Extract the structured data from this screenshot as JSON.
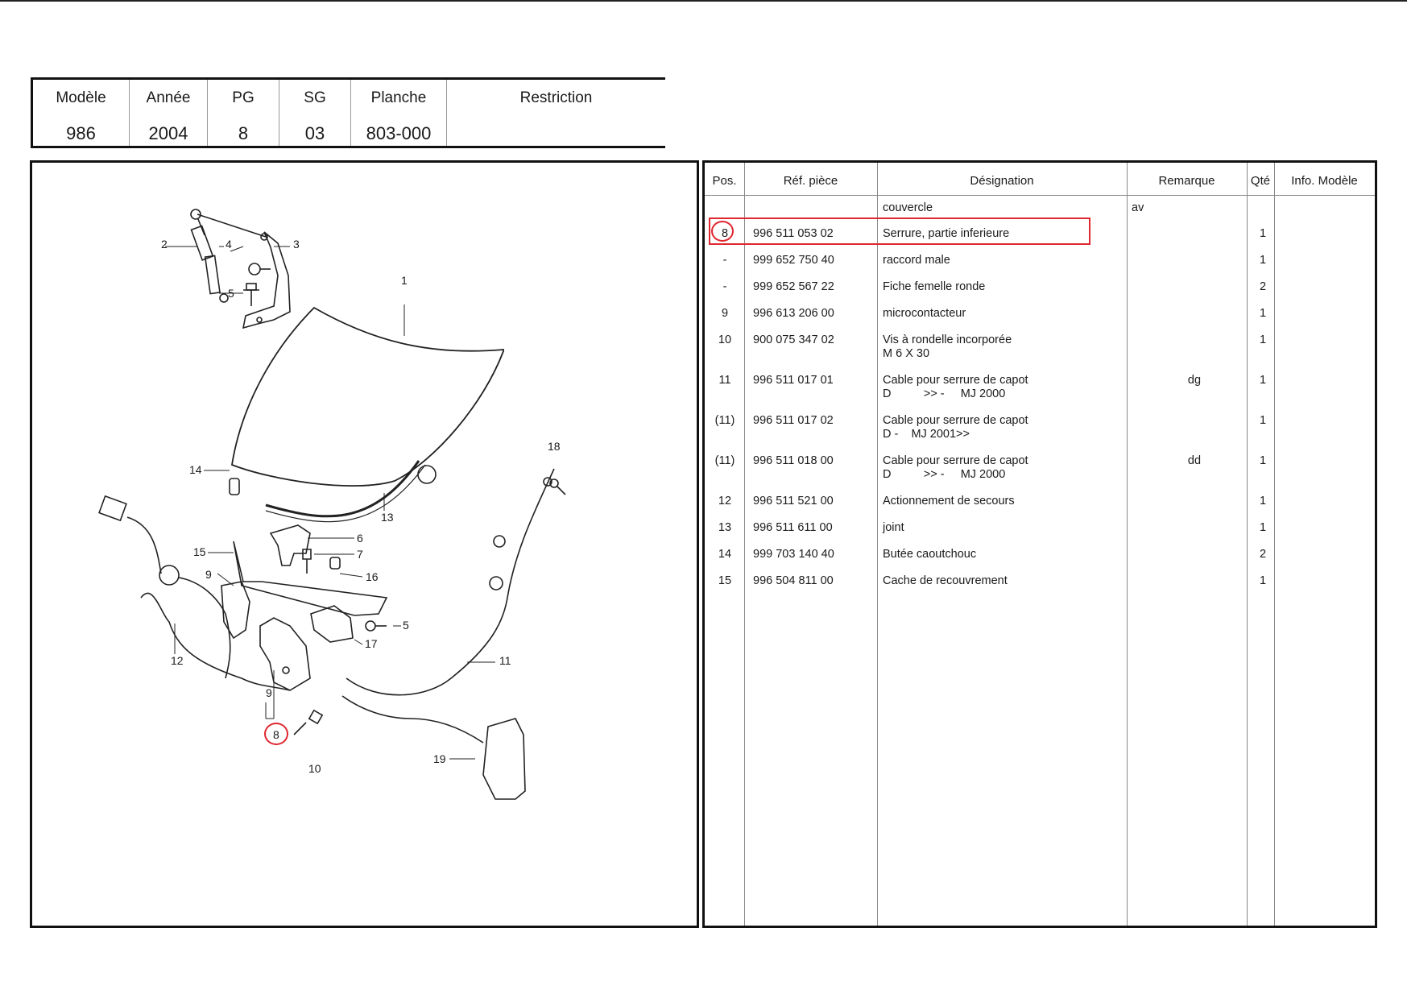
{
  "header": {
    "columns": [
      {
        "label": "Modèle",
        "value": "986"
      },
      {
        "label": "Année",
        "value": "2004"
      },
      {
        "label": "PG",
        "value": "8"
      },
      {
        "label": "SG",
        "value": "03"
      },
      {
        "label": "Planche",
        "value": "803-000"
      },
      {
        "label": "Restriction",
        "value": ""
      }
    ]
  },
  "diagram": {
    "callouts": [
      "1",
      "2",
      "3",
      "4",
      "5",
      "6",
      "7",
      "8",
      "9",
      "10",
      "11",
      "12",
      "13",
      "14",
      "15",
      "16",
      "17",
      "18",
      "19",
      "5",
      "9"
    ],
    "highlighted_callout": "8",
    "highlight_color": "#e0262f"
  },
  "parts_table": {
    "headers": {
      "pos": "Pos.",
      "ref": "Réf. pièce",
      "designation": "Désignation",
      "remarque": "Remarque",
      "qte": "Qté",
      "info": "Info. Modèle"
    },
    "group_label": {
      "designation": "couvercle",
      "remarque": "av"
    },
    "rows": [
      {
        "pos": "8",
        "ref": "996 511 053 02",
        "designation": "Serrure, partie inferieure",
        "remarque": "",
        "qte": "1",
        "highlighted": true
      },
      {
        "pos": "-",
        "ref": "999 652 750 40",
        "designation": "raccord male",
        "remarque": "",
        "qte": "1"
      },
      {
        "pos": "-",
        "ref": "999 652 567 22",
        "designation": "Fiche femelle ronde",
        "remarque": "",
        "qte": "2"
      },
      {
        "pos": "9",
        "ref": "996 613 206 00",
        "designation": "microcontacteur",
        "remarque": "",
        "qte": "1"
      },
      {
        "pos": "10",
        "ref": "900 075 347 02",
        "designation": "Vis à rondelle incorporée",
        "designation2": "M 6 X 30",
        "remarque": "",
        "qte": "1"
      },
      {
        "pos": "11",
        "ref": "996 511 017 01",
        "designation": "Cable pour serrure de capot",
        "designation2": "D          >> -     MJ 2000",
        "remarque": "dg",
        "qte": "1"
      },
      {
        "pos": "(11)",
        "ref": "996 511 017 02",
        "designation": "Cable pour serrure de capot",
        "designation2": "D -    MJ 2001>>",
        "remarque": "",
        "qte": "1"
      },
      {
        "pos": "(11)",
        "ref": "996 511 018 00",
        "designation": "Cable pour serrure de capot",
        "designation2": "D          >> -     MJ 2000",
        "remarque": "dd",
        "qte": "1"
      },
      {
        "pos": "12",
        "ref": "996 511 521 00",
        "designation": "Actionnement de secours",
        "remarque": "",
        "qte": "1"
      },
      {
        "pos": "13",
        "ref": "996 511 611 00",
        "designation": "joint",
        "remarque": "",
        "qte": "1"
      },
      {
        "pos": "14",
        "ref": "999 703 140 40",
        "designation": "Butée caoutchouc",
        "remarque": "",
        "qte": "2"
      },
      {
        "pos": "15",
        "ref": "996 504 811 00",
        "designation": "Cache de recouvrement",
        "remarque": "",
        "qte": "1"
      }
    ]
  },
  "colors": {
    "highlight": "#e0262f",
    "ink": "#1a1a1a"
  }
}
